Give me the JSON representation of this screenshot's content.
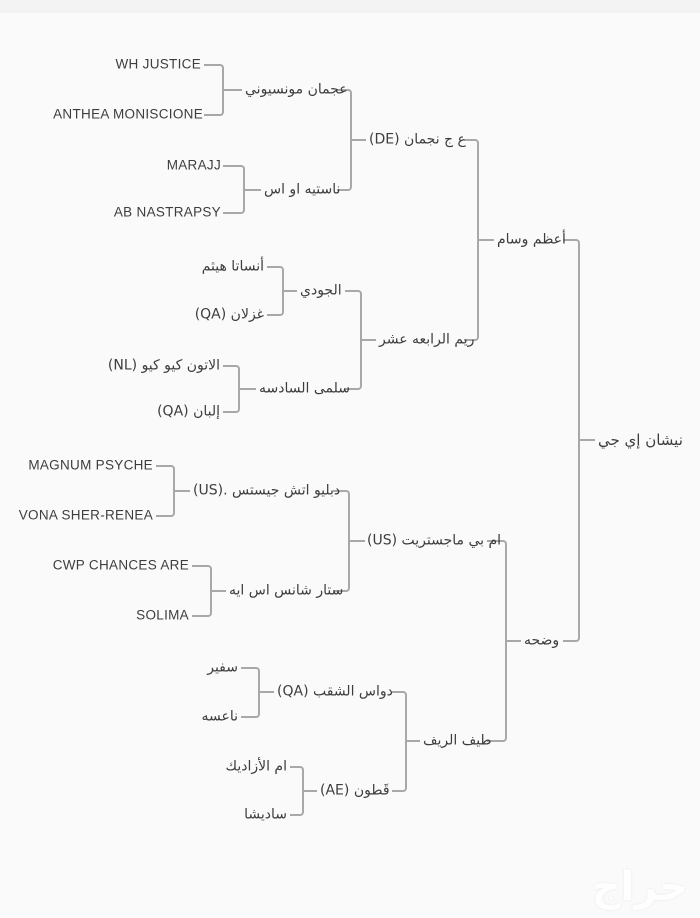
{
  "colors": {
    "background": "#fafafa",
    "top_band": "#f3f3f3",
    "connector_line": "#a8a8a8",
    "text": "#3d3d3d"
  },
  "watermark": {
    "label": "حراج"
  },
  "pedigree": {
    "orientation": "right-to-left",
    "tree": {
      "name": "نيشان إي جي",
      "sire": {
        "name": "أعظم وسام",
        "sire": {
          "name": "ع ج نجمان (DE)",
          "sire": {
            "name": "عجمان مونسيوني",
            "sire": {
              "name": "WH JUSTICE"
            },
            "dam": {
              "name": "ANTHEA MONISCIONE"
            }
          },
          "dam": {
            "name": "ناستيه او اس",
            "sire": {
              "name": "MARAJJ"
            },
            "dam": {
              "name": "AB NASTRAPSY"
            }
          }
        },
        "dam": {
          "name": "ريم الرابعه عشر",
          "sire": {
            "name": "الجودي",
            "sire": {
              "name": "أنساتا هيثم"
            },
            "dam": {
              "name": "غزلان (QA)"
            }
          },
          "dam": {
            "name": "سلمى السادسه",
            "sire": {
              "name": "الاتون كيو كيو (NL)"
            },
            "dam": {
              "name": "إلبان (QA)"
            }
          }
        }
      },
      "dam": {
        "name": "وضحه",
        "sire": {
          "name": "ام بي ماجستريت (US)",
          "sire": {
            "name": "دبليو اتش جيستس .(US)",
            "sire": {
              "name": "MAGNUM PSYCHE"
            },
            "dam": {
              "name": "VONA SHER-RENEA"
            }
          },
          "dam": {
            "name": "ستار شانس اس ايه",
            "sire": {
              "name": "CWP CHANCES ARE"
            },
            "dam": {
              "name": "SOLIMA"
            }
          }
        },
        "dam": {
          "name": "طيف الريف",
          "sire": {
            "name": "دواس الشقب (QA)",
            "sire": {
              "name": "سفير"
            },
            "dam": {
              "name": "ناعسه"
            }
          },
          "dam": {
            "name": "قَطون (AE)",
            "sire": {
              "name": "ام الأزاديك"
            },
            "dam": {
              "name": "ساديشا"
            }
          }
        }
      }
    }
  }
}
